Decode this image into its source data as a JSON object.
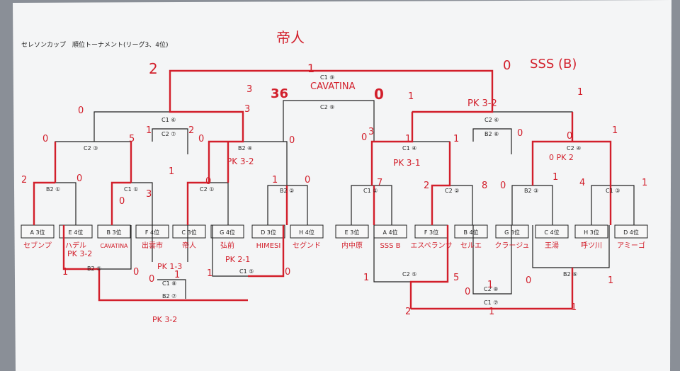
{
  "header": {
    "title": "セレソンカップ　順位トーナメント(リーグ3、4位)"
  },
  "teams": [
    {
      "slot": "A 3位",
      "handwritten": "セブンプ"
    },
    {
      "slot": "E 4位",
      "handwritten": "ハデル"
    },
    {
      "slot": "B 3位",
      "handwritten": "CAVATINA"
    },
    {
      "slot": "F 4位",
      "handwritten": "出雲市"
    },
    {
      "slot": "C 3位",
      "handwritten": "帝人"
    },
    {
      "slot": "G 4位",
      "handwritten": "弘前"
    },
    {
      "slot": "D 3位",
      "handwritten": "HIMESI"
    },
    {
      "slot": "H 4位",
      "handwritten": "セグンド"
    },
    {
      "slot": "E 3位",
      "handwritten": "内中原"
    },
    {
      "slot": "A 4位",
      "handwritten": "SSS B"
    },
    {
      "slot": "F 3位",
      "handwritten": "エスペランサ"
    },
    {
      "slot": "B 4位",
      "handwritten": "セルエ"
    },
    {
      "slot": "G 3位",
      "handwritten": "クラージュ"
    },
    {
      "slot": "C 4位",
      "handwritten": "王湯"
    },
    {
      "slot": "H 3位",
      "handwritten": "呼ツ川"
    },
    {
      "slot": "D 4位",
      "handwritten": "アミーゴ"
    }
  ],
  "matches": {
    "B2_1": "B2 ①",
    "C1_1": "C1 ①",
    "C2_1": "C2 ①",
    "B2_2": "B2 ②",
    "C1_2": "C1 ②",
    "C2_2": "C2 ②",
    "B2_3": "B2 ③",
    "C1_3": "C1 ③",
    "C2_3": "C2 ③",
    "B2_4": "B2 ④",
    "C1_4": "C1 ④",
    "C2_4": "C2 ④",
    "C1_6": "C1 ⑥",
    "C2_6": "C2 ⑥",
    "C2_7": "C2 ⑦",
    "B2_8": "B2 ⑧",
    "C2_9": "C2 ⑨",
    "C1_9": "C1 ⑨",
    "B2_5": "B2 ⑤",
    "C1_8": "C1 ⑧",
    "B2_7": "B2 ⑦",
    "C1_5": "C1 ⑤",
    "C2_5": "C2 ⑤",
    "C2_8": "C2 ⑧",
    "C1_7": "C1 ⑦",
    "B2_6": "B2 ⑥"
  },
  "annotations": {
    "winner_left": "帝人",
    "winner_right": "SSS (B)",
    "final_label": "CAVATINA",
    "score_final_left": "2",
    "score_final_right": "0",
    "score_final_mid": "1",
    "score_c29_left": "36",
    "score_c29_right": "0",
    "pk_c26": "PK 3-2",
    "pk_b24": "PK 3-2",
    "pk_c14": "PK 3-1",
    "pk_c24": "0 PK 2",
    "pk_b25": "PK 3-2",
    "pk_c18": "PK 1-3",
    "pk_c15": "PK 2-1",
    "pk_b27": "PK 3-2",
    "scores": [
      "0",
      "3",
      "0",
      "5",
      "1",
      "2",
      "0",
      "0",
      "2",
      "0",
      "1",
      "0",
      "3",
      "0",
      "1",
      "0",
      "0",
      "1",
      "1",
      "1",
      "7",
      "2",
      "8",
      "0",
      "1",
      "4",
      "1",
      "1",
      "0",
      "0",
      "1",
      "3",
      "3",
      "1",
      "0",
      "1",
      "0",
      "1",
      "0",
      "1",
      "5",
      "0",
      "1",
      "0",
      "1",
      "2",
      "1",
      "1"
    ]
  }
}
